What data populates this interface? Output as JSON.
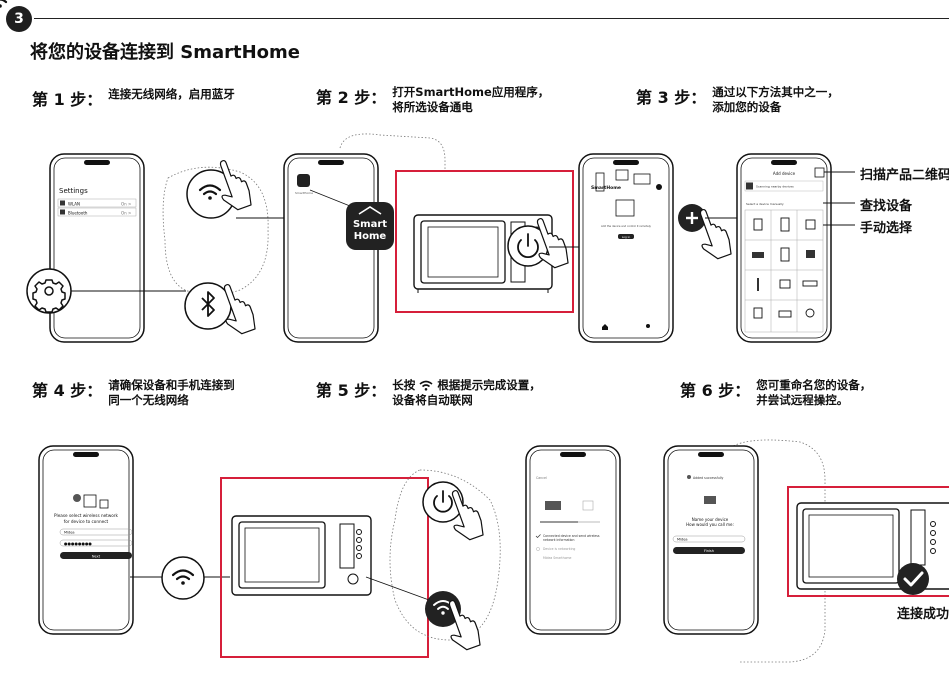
{
  "header": {
    "badge": "3",
    "title": "将您的设备连接到 SmartHome"
  },
  "steps": {
    "s1": {
      "label": "第 1 步：",
      "text": "连接无线网络，启用蓝牙"
    },
    "s2": {
      "label": "第 2 步：",
      "l1": "打开SmartHome应用程序，",
      "l2": "将所选设备通电"
    },
    "s3": {
      "label": "第 3 步：",
      "l1": "通过以下方法其中之一，",
      "l2": "添加您的设备"
    },
    "s4": {
      "label": "第 4 步：",
      "l1": "请确保设备和手机连接到",
      "l2": "同一个无线网络"
    },
    "s5": {
      "label": "第 5 步：",
      "l1a": "长按",
      "l1b": "根据提示完成设置，",
      "l2": "设备将自动联网"
    },
    "s6": {
      "label": "第 6 步：",
      "l1": "您可重命名您的设备，",
      "l2": "并尝试远程操控。"
    }
  },
  "phone1": {
    "title": "Settings",
    "wlan": "WLAN",
    "bluetooth": "Bluetooth",
    "on": "On >"
  },
  "app_icon": {
    "line1": "Smart",
    "line2": "Home",
    "small": "SmartHome"
  },
  "phone3": {
    "brand": "SmartHome",
    "prompt": "Add the device and control it remotely",
    "button": "Log in"
  },
  "phone4": {
    "title": "Add device",
    "nearby": "Scanning nearby devices",
    "manual": "Select a device manually"
  },
  "callouts": {
    "scan": "扫描产品二维码",
    "find": "查找设备",
    "manual": "手动选择"
  },
  "phone5": {
    "prompt1": "Please select wireless network",
    "prompt2": "for device to connect",
    "ssid": "Midea",
    "password": "●●●●●●●●",
    "next": "Next"
  },
  "phone6": {
    "cancel": "Cancel",
    "i1": "Connected device and send wireless",
    "i1b": "network information",
    "i2": "Device is networking",
    "i3": "Midea Smarthome"
  },
  "phone7": {
    "added": "Added successfully",
    "name1": "Name your device",
    "name2": "How would you call me:",
    "value": "Midea",
    "button": "Finish"
  },
  "final": {
    "success": "连接成功"
  }
}
